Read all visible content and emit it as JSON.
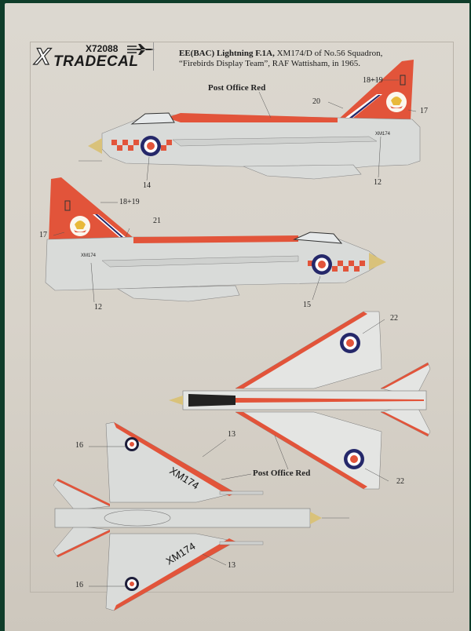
{
  "header": {
    "product_code": "X72088",
    "brand": "TRADECAL",
    "brand_initial": "X",
    "title_bold": "EE(BAC) Lightning F.1A,",
    "title_rest": " XM174/D of No.56 Squadron,",
    "subtitle": "“Firebirds Display Team”, RAF Wattisham, in 1965."
  },
  "colors": {
    "post_office_red": "#e2543a",
    "aircraft_grey": "#d9dbd9",
    "roundel_blue": "#25286a",
    "nose_cone": "#d9c27a",
    "background": "#0f3d2a"
  },
  "views": {
    "side_left": {
      "paint_label": "Post Office Red",
      "callouts": [
        "18+19",
        "20",
        "17",
        "14",
        "12"
      ],
      "serial": "XM174"
    },
    "side_right": {
      "callouts": [
        "18+19",
        "21",
        "17",
        "12",
        "15"
      ],
      "serial": "XM174"
    },
    "top": {
      "callouts": [
        "22",
        "22"
      ]
    },
    "bottom": {
      "paint_label": "Post Office Red",
      "callouts": [
        "16",
        "13",
        "13",
        "16"
      ],
      "serial_upper": "XM174",
      "serial_lower": "XM174"
    }
  }
}
